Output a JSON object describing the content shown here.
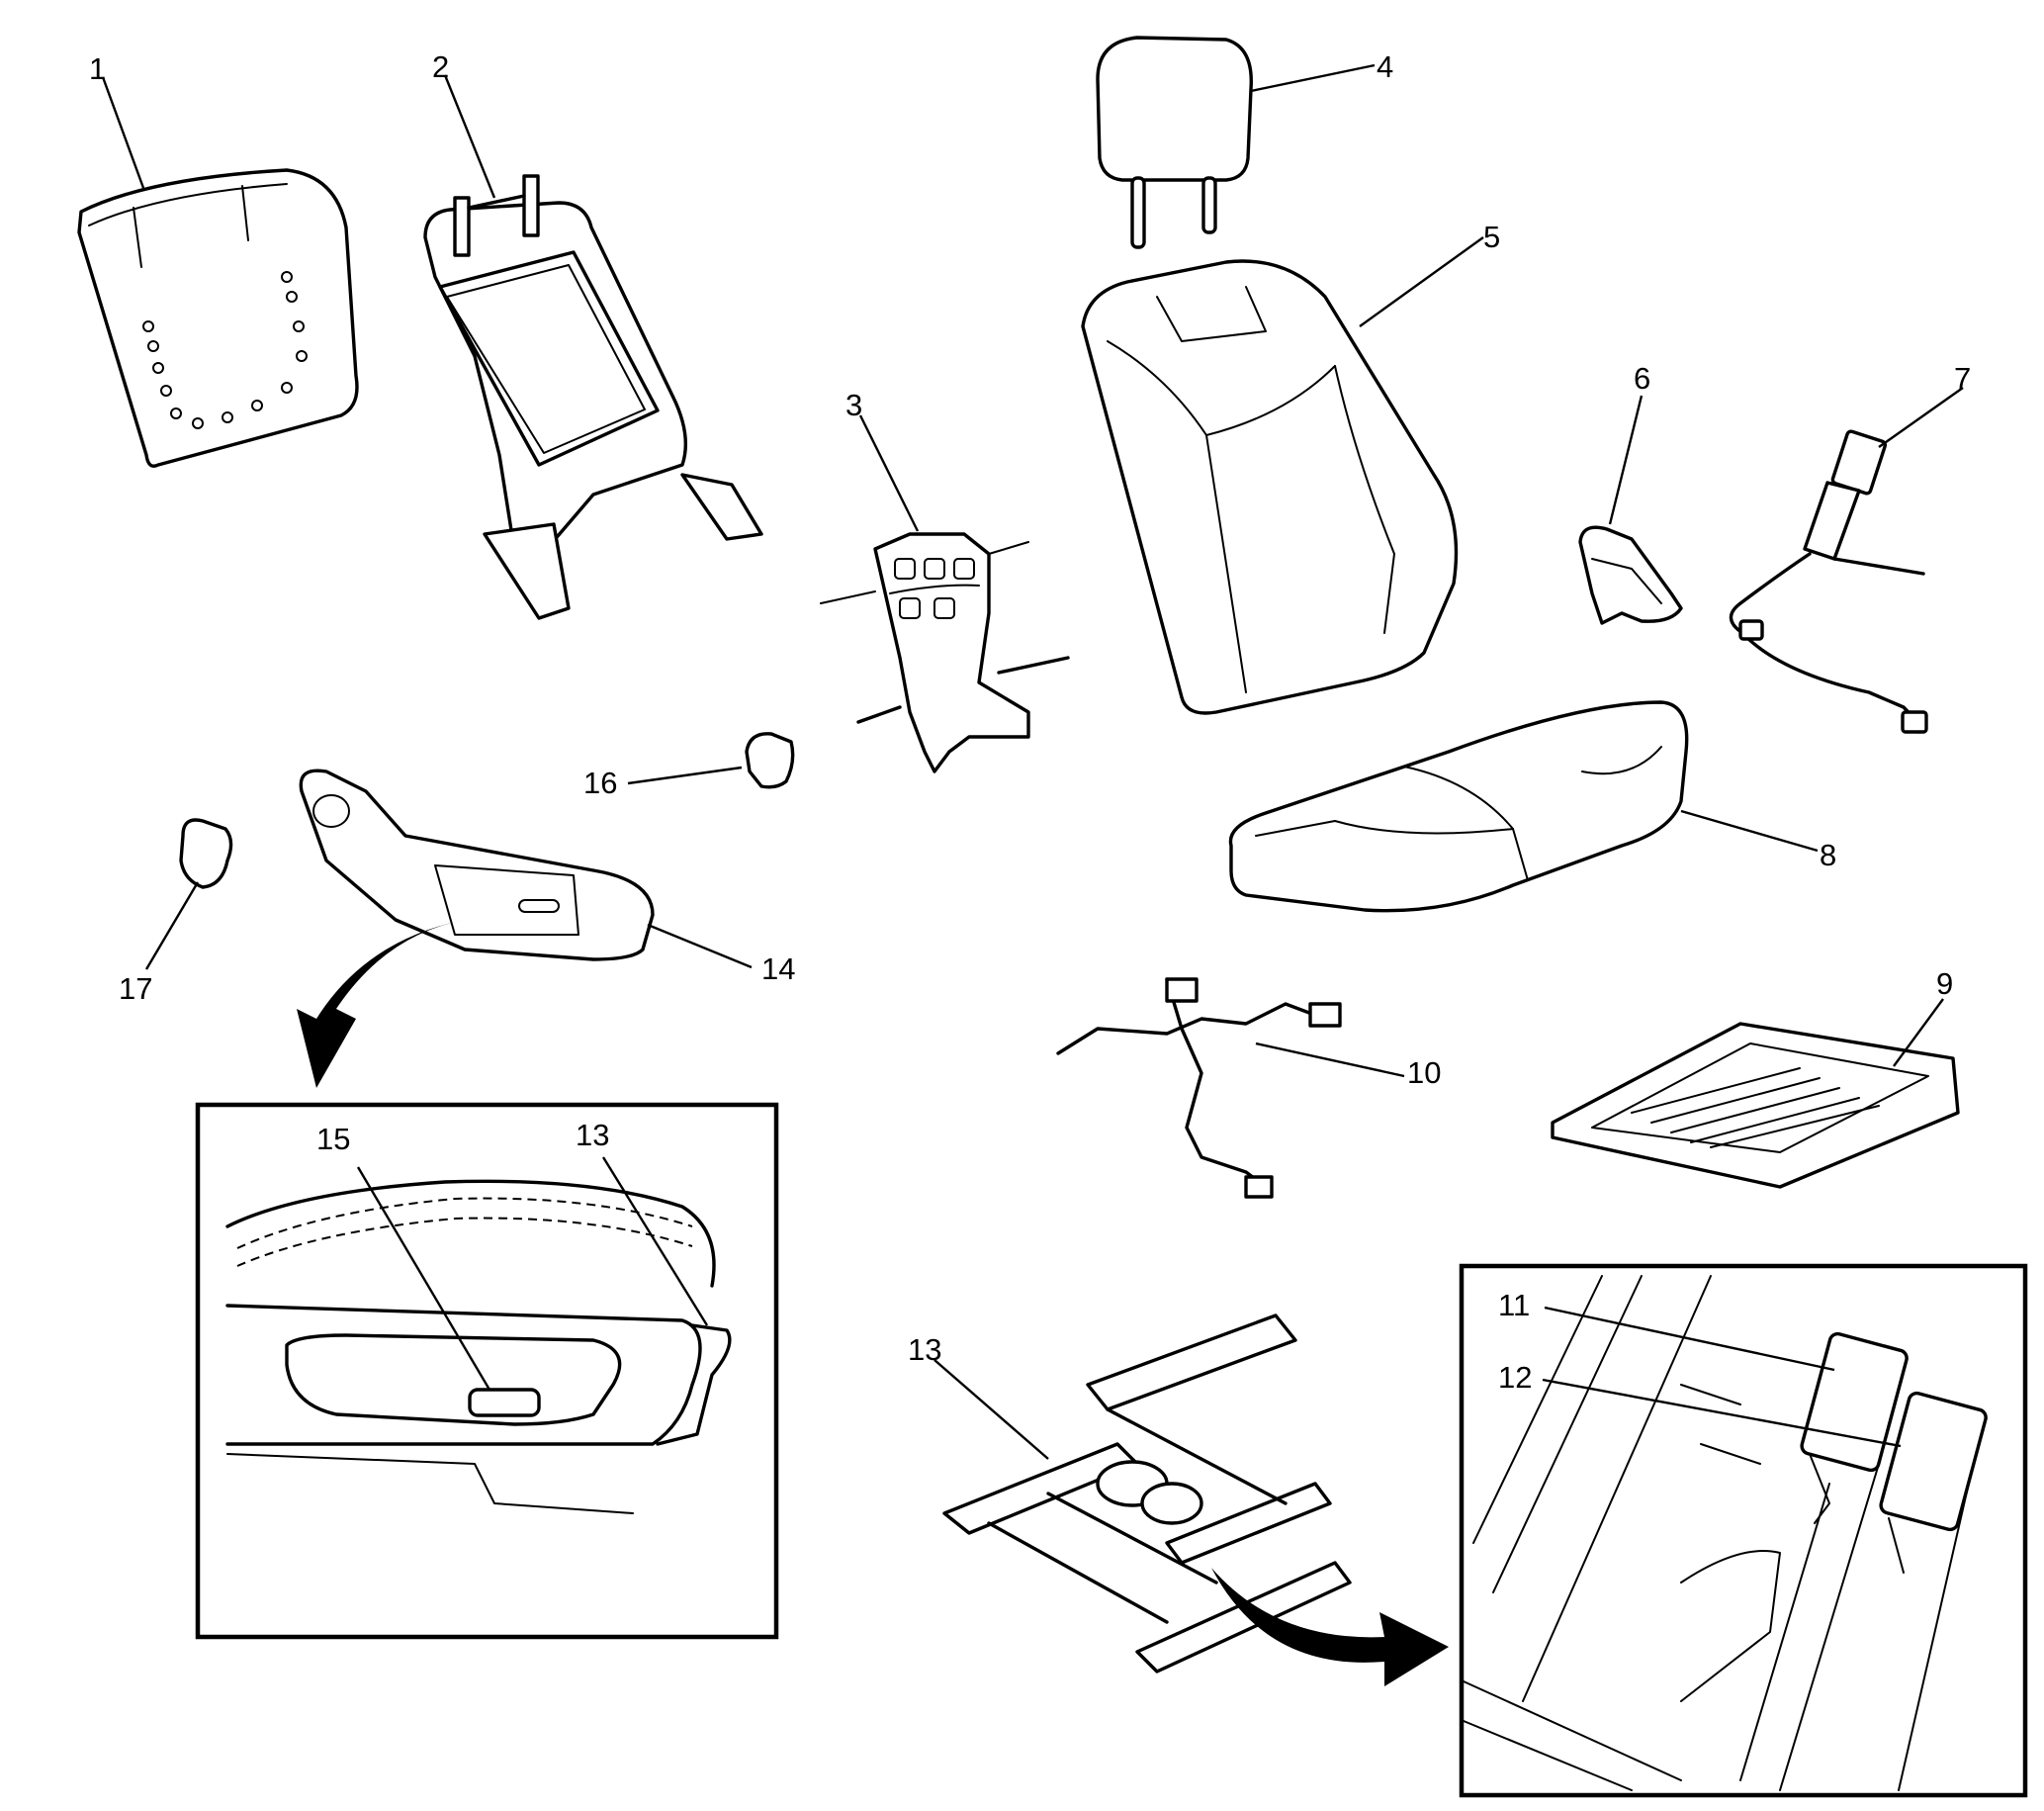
{
  "diagram": {
    "type": "exploded-parts-view",
    "callouts": [
      {
        "id": "c1",
        "label": "1"
      },
      {
        "id": "c2",
        "label": "2"
      },
      {
        "id": "c3",
        "label": "3"
      },
      {
        "id": "c4",
        "label": "4"
      },
      {
        "id": "c5",
        "label": "5"
      },
      {
        "id": "c6",
        "label": "6"
      },
      {
        "id": "c7",
        "label": "7"
      },
      {
        "id": "c8",
        "label": "8"
      },
      {
        "id": "c9",
        "label": "9"
      },
      {
        "id": "c10",
        "label": "10"
      },
      {
        "id": "c11",
        "label": "11"
      },
      {
        "id": "c12",
        "label": "12"
      },
      {
        "id": "c13a",
        "label": "13"
      },
      {
        "id": "c13b",
        "label": "13"
      },
      {
        "id": "c14",
        "label": "14"
      },
      {
        "id": "c15",
        "label": "15"
      },
      {
        "id": "c16",
        "label": "16"
      },
      {
        "id": "c17",
        "label": "17"
      }
    ]
  }
}
